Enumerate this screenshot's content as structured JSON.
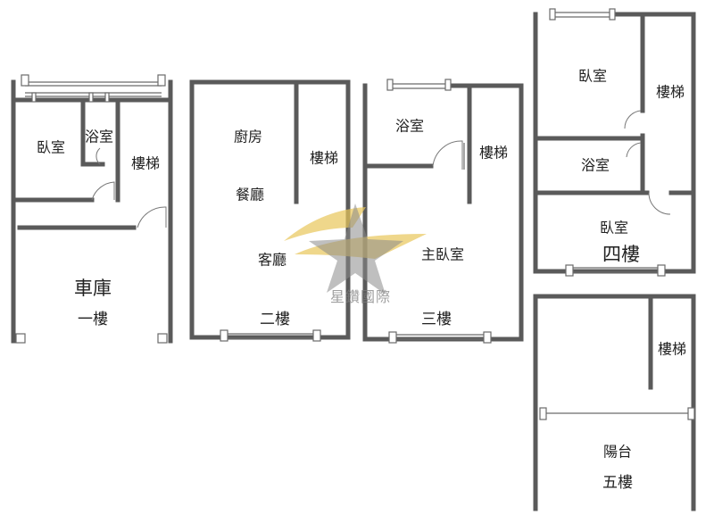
{
  "floors": {
    "f1": {
      "floor": "一樓",
      "rooms": {
        "bedroom": "臥室",
        "bath": "浴室",
        "stairs": "樓梯",
        "garage": "車庫"
      }
    },
    "f2": {
      "floor": "二樓",
      "rooms": {
        "kitchen": "廚房",
        "stairs": "樓梯",
        "dining": "餐廳",
        "living": "客廳"
      }
    },
    "f3": {
      "floor": "三樓",
      "rooms": {
        "bath": "浴室",
        "stairs": "樓梯",
        "master": "主臥室"
      }
    },
    "f4": {
      "floor": "四樓",
      "rooms": {
        "bedroom1": "臥室",
        "stairs": "樓梯",
        "bath": "浴室",
        "bedroom2": "臥室"
      }
    },
    "f5": {
      "floor": "五樓",
      "rooms": {
        "stairs": "樓梯",
        "balcony": "陽台"
      }
    }
  },
  "watermark": {
    "text": "星鑽國際"
  }
}
